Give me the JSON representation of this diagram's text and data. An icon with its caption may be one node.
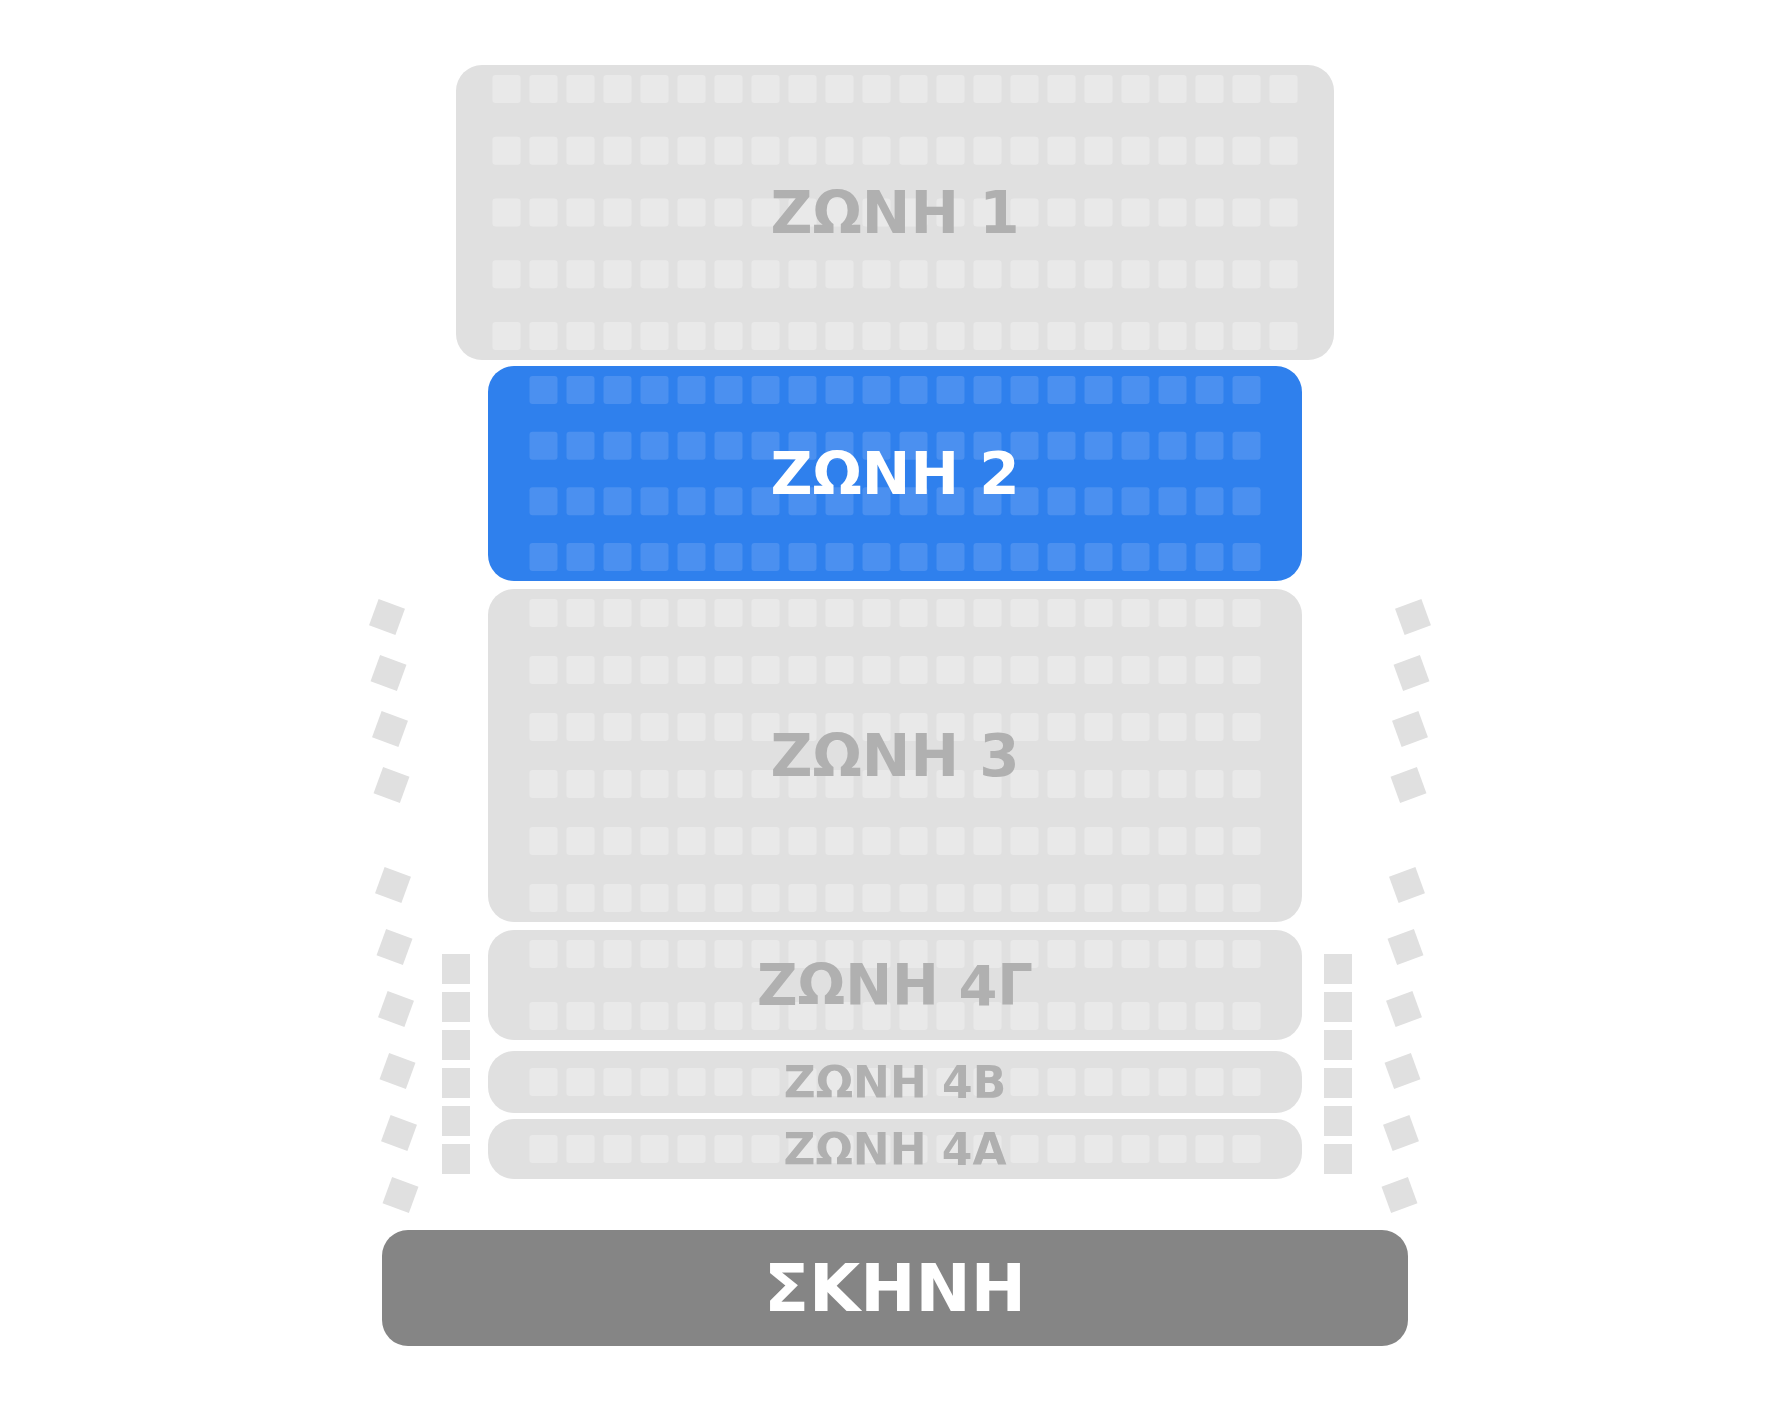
{
  "diagram": {
    "nodes": [
      {
        "text": [
          "ΖΩΝΗ 1"
        ]
      },
      {
        "text": [
          "ΖΩΝΗ 2"
        ]
      },
      {
        "text": [
          "ΖΩΝΗ 3"
        ]
      },
      {
        "text": [
          "ΖΩΝΗ 4Γ"
        ]
      },
      {
        "text": [
          "ΖΩΝΗ 4Β"
        ]
      },
      {
        "text": [
          "ΖΩΝΗ 4Α"
        ]
      },
      {
        "text": [
          "ΣΚΗΝΗ"
        ]
      }
    ]
  }
}
